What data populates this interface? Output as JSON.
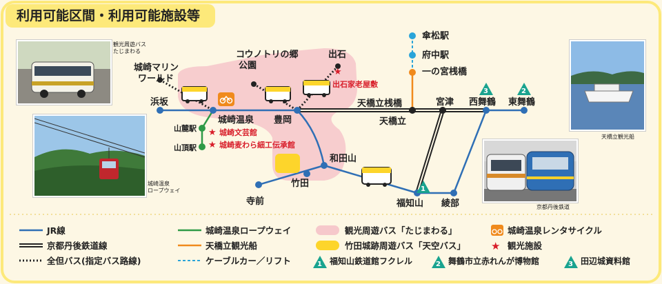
{
  "title": "利用可能区間・利用可能施設等",
  "stations": {
    "hamasaka": "浜坂",
    "marine_world": [
      "城崎マリン",
      "ワールド"
    ],
    "kinosaki_onsen": "城崎温泉",
    "sanroku": "山麓駅",
    "sancho": "山頂駅",
    "toyooka": "豊岡",
    "konotori": [
      "コウノトリの郷",
      "公園"
    ],
    "izushi": "出石",
    "wadayama": "和田山",
    "takeda": "竹田",
    "teramae": "寺前",
    "amanohashidate_sanbashi": "天橋立桟橋",
    "amanohashidate": "天橋立",
    "miyazu": "宮津",
    "nishimaizuru": "西舞鶴",
    "higashimaizuru": "東舞鶴",
    "fukuchiyama": "福知山",
    "ayabe": "綾部",
    "kasamatsu": "傘松駅",
    "fuchu": "府中駅",
    "ichinomiya": "一の宮桟橋"
  },
  "attractions": {
    "izushi_karo": "出石家老屋敷",
    "bungeikan": "城崎文芸館",
    "mugiwara": "城崎麦わら細工伝承館"
  },
  "markers": {
    "m1": "1",
    "m2": "2",
    "m3": "3"
  },
  "photo_captions": {
    "bus": [
      "観光周遊バス",
      "たじまわる"
    ],
    "ropeway": [
      "城崎温泉",
      "ロープウェイ"
    ],
    "ship": "天橋立観光船",
    "train": "京都丹後鉄道"
  },
  "legend": {
    "jr": "JR線",
    "ktr": "京都丹後鉄道線",
    "zentan": "全但バス(指定バス路線)",
    "ropeway": "城崎温泉ロープウェイ",
    "ship": "天橋立観光船",
    "cable": "ケーブルカー／リフト",
    "tajimawaru": "観光周遊バス「たじまわる」",
    "tenku": "竹田城跡周遊バス「天空バス」",
    "cycle": "城崎温泉レンタサイクル",
    "facility": "観光施設",
    "fac1": "福知山鉄道館フクレル",
    "fac2": "舞鶴市立赤れんが博物館",
    "fac3": "田辺城資料館"
  },
  "colors": {
    "jr": "#2f6fb5",
    "ropeway": "#2e9a47",
    "ship": "#f08a1c",
    "cable": "#2aa4d9",
    "tajimawaru": "#f6c8cb",
    "tenku": "#fdd52b",
    "red": "#d81e2a",
    "teal": "#19a38f",
    "background": "#fdf7e4",
    "frame": "#fde97a"
  },
  "icons": [
    "bus-icon",
    "tram-icon",
    "bicycle-icon",
    "star-icon"
  ]
}
